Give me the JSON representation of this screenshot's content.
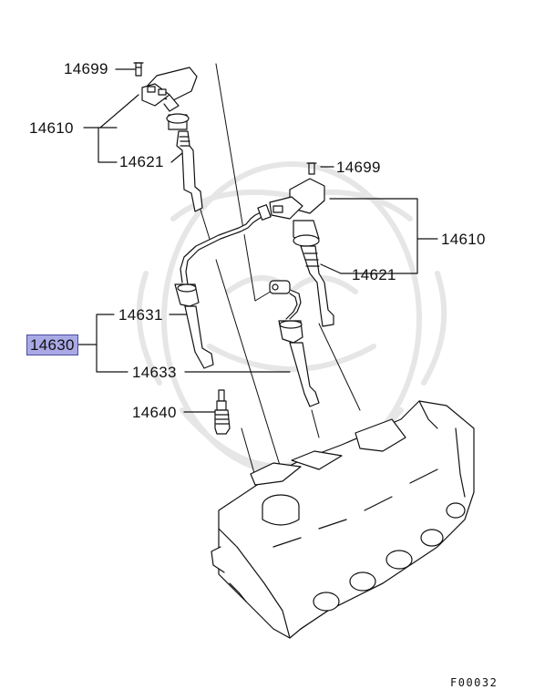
{
  "labels": {
    "coil_bolt_top": "14699",
    "coil_top": "14610",
    "boot_top": "14621",
    "coil_bolt_right": "14699",
    "coil_right": "14610",
    "boot_right": "14621",
    "wire_1": "14631",
    "wire_set": "14630",
    "wire_2": "14633",
    "spark_plug": "14640"
  },
  "figure_code": "F00032",
  "highlight_color": "#a9a9e6"
}
